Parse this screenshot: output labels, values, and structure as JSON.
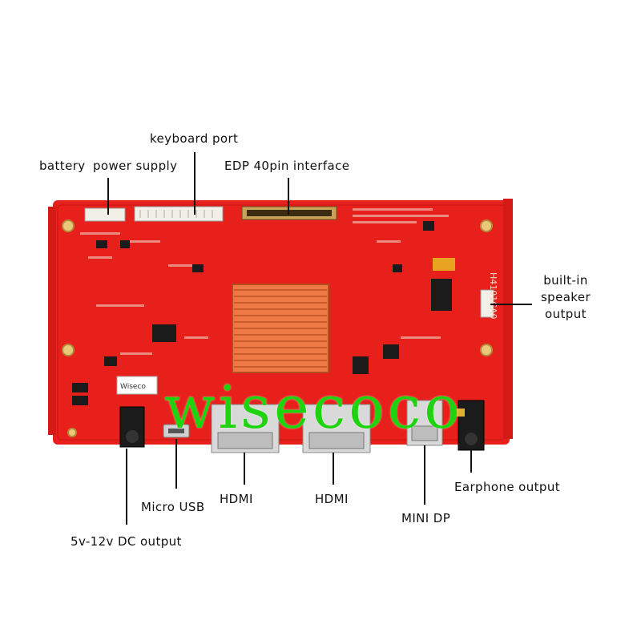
{
  "labels": {
    "keyboard_port": "keyboard port",
    "battery": "battery",
    "power_supply": "power supply",
    "edp": "EDP 40pin interface",
    "speaker_line1": "built-in",
    "speaker_line2": "speaker",
    "speaker_line3": "output",
    "micro_usb": "Micro USB",
    "hdmi_1": "HDMI",
    "hdmi_2": "HDMI",
    "mini_dp": "MINI DP",
    "earphone": "Earphone output",
    "dc_output": "5v-12v DC output"
  },
  "watermark": "wisecoco",
  "board_marking": "H4101CA0",
  "colors": {
    "pcb": "#e8201c",
    "heatsink": "#ef7a45",
    "metal": "#d9d9d9",
    "watermark": "#1fd40f"
  }
}
